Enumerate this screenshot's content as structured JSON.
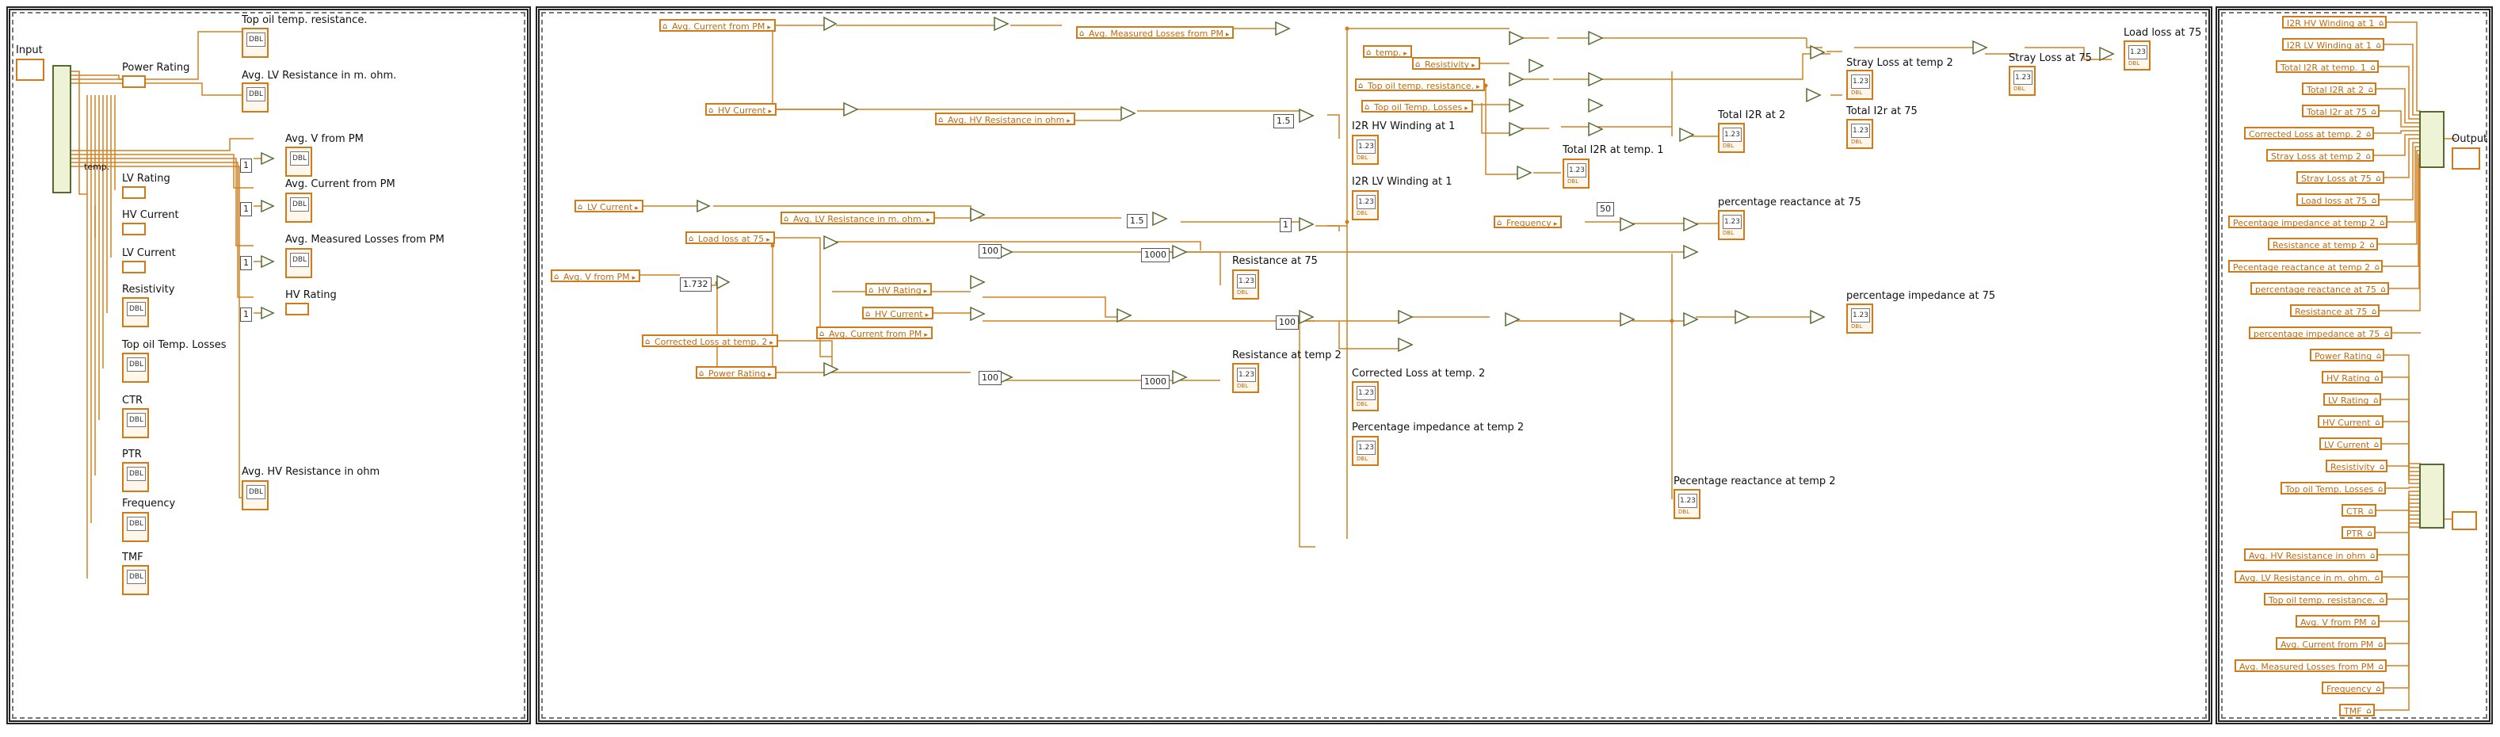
{
  "colors": {
    "wire": "#d08020",
    "node": "#556b2f",
    "frame": "#222222"
  },
  "left_panel": {
    "input_label": "Input",
    "terminal_label": "temp.",
    "indicators": [
      "Top oil temp. resistance.",
      "Avg. LV Resistance in m. ohm.",
      "Avg. V from PM",
      "Avg. Current from PM",
      "Avg. Measured Losses from PM",
      "HV Rating",
      "Avg. HV Resistance in ohm"
    ],
    "cluster_items": [
      "Power Rating",
      "LV Rating",
      "HV Current",
      "LV Current",
      "Resistivity",
      "Top oil Temp. Losses",
      "CTR",
      "PTR",
      "Frequency",
      "TMF"
    ],
    "index_values": [
      "1",
      "1",
      "1",
      "1"
    ],
    "tag_dbl": "DBL"
  },
  "middle_panel": {
    "controls": [
      "Avg. Current from PM",
      "HV Current",
      "LV Current",
      "Load loss at 75",
      "Avg. V from PM",
      "Corrected Loss at temp. 2",
      "Power Rating",
      "Avg. Measured Losses from PM",
      "Avg. HV Resistance in ohm",
      "Avg. LV Resistance in m. ohm.",
      "HV Rating",
      "HV Current",
      "Avg. Current from PM",
      "temp.",
      "Resistivity",
      "Top oil temp. resistance.",
      "Top oil Temp. Losses",
      "Frequency"
    ],
    "constants": [
      "1.5",
      "1.5",
      "1",
      "1.732",
      "100",
      "1000",
      "100",
      "100",
      "1000",
      "50"
    ],
    "indicators": [
      "I2R HV Winding at 1",
      "I2R LV Winding at 1",
      "Resistance at 75",
      "Resistance at temp 2",
      "Corrected Loss at temp. 2",
      "Percentage impedance at temp 2",
      "Total I2R at temp. 1",
      "Total I2R at 2",
      "Total I2r at 75",
      "Stray Loss at temp 2",
      "Stray Loss at 75",
      "Load loss at 75",
      "percentage reactance at 75",
      "percentage impedance at 75",
      "Pecentage reactance at temp 2"
    ],
    "num_glyph": "1.23",
    "num_tag": "DBL"
  },
  "right_panel": {
    "output_label": "Output",
    "top_controls": [
      "I2R HV Winding at 1",
      "I2R LV Winding at 1",
      "Total I2R at temp. 1",
      "Total I2R at 2",
      "Total I2r at 75",
      "Corrected Loss at temp. 2",
      "Stray Loss at temp 2",
      "Stray Loss at 75",
      "Load loss at 75",
      "Pecentage impedance at temp 2",
      "Resistance at temp 2",
      "Pecentage reactance at temp 2",
      "percentage reactance at 75",
      "Resistance at 75",
      "percentage impedance at 75"
    ],
    "bottom_controls": [
      "Power Rating",
      "HV Rating",
      "LV Rating",
      "HV Current",
      "LV Current",
      "Resistivity",
      "Top oil Temp. Losses",
      "CTR",
      "PTR",
      "Avg. HV Resistance in ohm",
      "Avg. LV Resistance in m. ohm.",
      "Top oil temp. resistance.",
      "Avg. V from PM",
      "Avg. Current from PM",
      "Avg. Measured Losses from PM",
      "Frequency",
      "TMF"
    ]
  }
}
